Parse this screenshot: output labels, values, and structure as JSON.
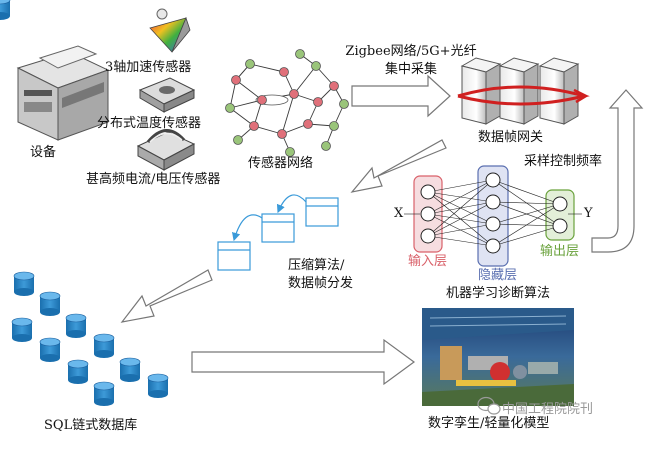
{
  "labels": {
    "device": "设备",
    "accel_sensor": "3轴加速传感器",
    "temp_sensor": "分布式温度传感器",
    "hf_sensor": "甚高频电流/电压传感器",
    "sensor_network": "传感器网络",
    "transport_line1": "Zigbee网络/5G+光纤",
    "transport_line2": "集中采集",
    "gateway": "数据帧网关",
    "sampling_control": "采样控制频率",
    "nn_input_var": "X",
    "nn_output_var": "Y",
    "input_layer": "输入层",
    "hidden_layer": "隐藏层",
    "output_layer": "输出层",
    "ml_algorithm": "机器学习诊断算法",
    "compression_line1": "压缩算法/",
    "compression_line2": "数据帧分发",
    "sql_db": "SQL链式数据库",
    "digital_twin": "数字孪生/轻量化模型",
    "watermark": "中国工程院院刊"
  },
  "icons": {
    "device": "printer-machine-icon",
    "accel_sensor": "prism-sensor-icon",
    "temp_sensor": "temperature-sensor-icon",
    "hf_sensor": "clamp-sensor-icon",
    "gateway": "server-rack-icon",
    "database": "database-cylinder-icon",
    "watermark": "wechat-icon"
  },
  "colors": {
    "arrow_fill": "#ffffff",
    "arrow_stroke": "#777777",
    "input_layer": "#d9616a",
    "hidden_layer": "#5a6fb0",
    "output_layer": "#6aa23c",
    "database": "#2a7fc0",
    "compression_box": "#3a9ad9",
    "network_red": "#e0707a",
    "network_green": "#9ac57a"
  }
}
